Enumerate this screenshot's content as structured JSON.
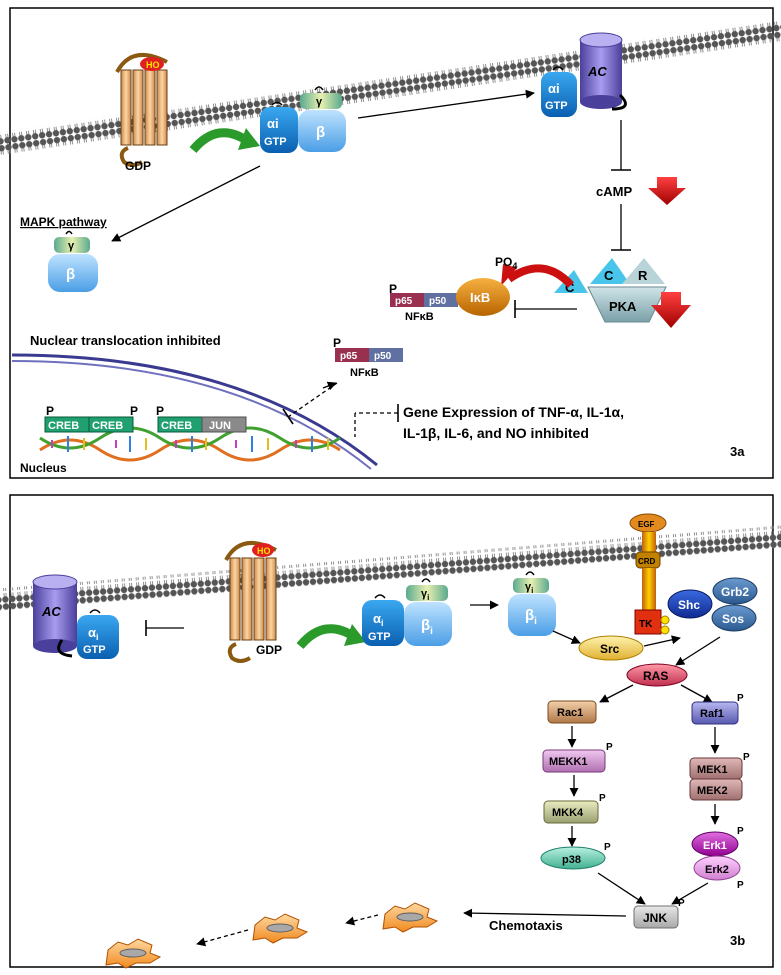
{
  "panel_a": {
    "panel_label": "3a",
    "alpha_i": "αi",
    "gtp": "GTP",
    "gamma": "γ",
    "beta": "β",
    "gdp": "GDP",
    "ac": "AC",
    "camp": "cAMP",
    "mapk": "MAPK pathway",
    "po4": "PO",
    "po4_sub": "4",
    "pka": "PKA",
    "pka_c": "C",
    "pka_r": "R",
    "c_free": "C",
    "ikb": "IκB",
    "p65": "p65",
    "p50": "p50",
    "p_mark": "P",
    "nfkb": "NFκB",
    "nuclear_note": "Nuclear translocation inhibited",
    "creb": "CREB",
    "jun": "JUN",
    "nucleus": "Nucleus",
    "gene_line1": "Gene Expression of TNF-α, IL-1α,",
    "gene_line2": "IL-1β, IL-6, and NO inhibited"
  },
  "panel_b": {
    "panel_label": "3b",
    "ac": "AC",
    "alpha": "α",
    "alpha_sub": "i",
    "gtp": "GTP",
    "gamma": "γ",
    "gamma_sub": "i",
    "beta": "β",
    "beta_sub": "i",
    "gdp": "GDP",
    "egf": "EGF",
    "crd": "CRD",
    "tk": "TK",
    "shc": "Shc",
    "grb2": "Grb2",
    "sos": "Sos",
    "src": "Src",
    "ras": "RAS",
    "rac1": "Rac1",
    "raf1": "Raf1",
    "mekk1": "MEKK1",
    "mkk4": "MKK4",
    "p38": "p38",
    "mek1": "MEK1",
    "mek2": "MEK2",
    "erk1": "Erk1",
    "erk2": "Erk2",
    "jnk": "JNK",
    "p_mark": "P",
    "chemotaxis": "Chemotaxis"
  },
  "colors": {
    "alpha_blue": "#1e8fe0",
    "beta_blue": "#6fb8f0",
    "gamma_green": "#a9d39a",
    "ac_purple": "#7868c0",
    "arrow_red": "#cc1010",
    "arrow_green": "#2a9a2a",
    "ikb_orange": "#e08a10",
    "creb_green": "#20a070",
    "p65_maroon": "#9a3050",
    "p50_slate": "#6070a0",
    "membrane_gray": "#5a5a5a",
    "nucleus_navy": "#3a3a90"
  }
}
